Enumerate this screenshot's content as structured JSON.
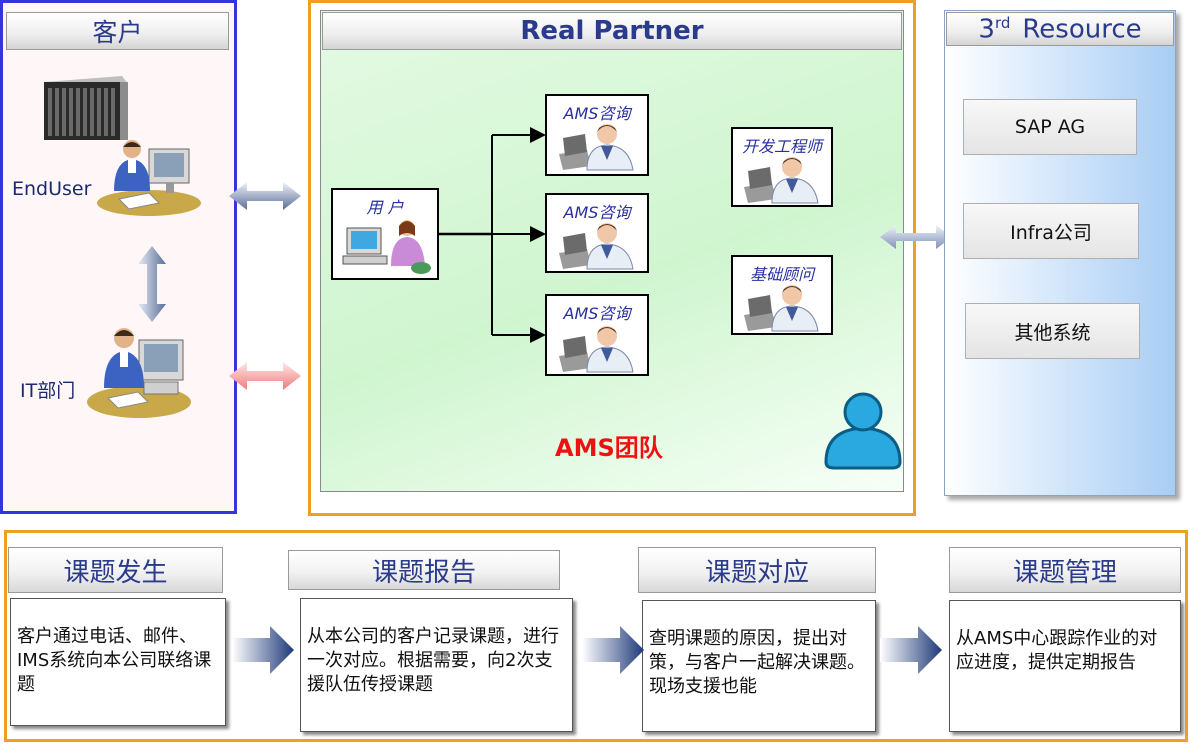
{
  "customer": {
    "title": "客户",
    "enduser_label": "EndUser",
    "it_label": "IT部门"
  },
  "partner": {
    "title": "Real Partner",
    "user_label": "用 户",
    "consult_label": "AMS咨询",
    "dev_label": "开发工程师",
    "infra_label": "基础顾问",
    "team_label": "AMS团队"
  },
  "resource": {
    "title_main": "3",
    "title_sup": "rd",
    "title_rest": "Resource",
    "items": [
      "SAP AG",
      "Infra公司",
      "其他系统"
    ]
  },
  "process": {
    "steps": [
      {
        "title": "课题发生",
        "body": "客户通过电话、邮件、IMS系统向本公司联络课题"
      },
      {
        "title": "课题报告",
        "body": "从本公司的客户记录课题，进行一次对应。根据需要，向2次支援队伍传授课题"
      },
      {
        "title": "课题对应",
        "body": "查明课题的原因，提出对策，与客户一起解决课题。现场支援也能"
      },
      {
        "title": "课题管理",
        "body": "从AMS中心跟踪作业的对应进度，提供定期报告"
      }
    ]
  },
  "colors": {
    "customer_border": "#3333dd",
    "partner_border": "#f0a020",
    "team_label": "#ee1111",
    "title_blue": "#2b3b8c"
  }
}
